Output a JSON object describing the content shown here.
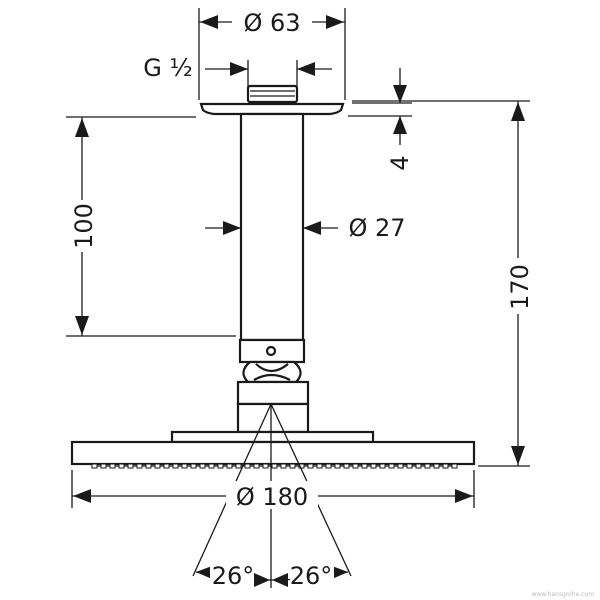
{
  "dimensions": {
    "top_width": "Ø 63",
    "thread": "G ½",
    "flange_thickness": "4",
    "pipe_length": "100",
    "pipe_diameter": "Ø 27",
    "total_height": "170",
    "head_diameter": "Ø 180",
    "angle_left": "26°",
    "angle_right": "26°"
  },
  "watermark": "www.hansgrohe.com"
}
